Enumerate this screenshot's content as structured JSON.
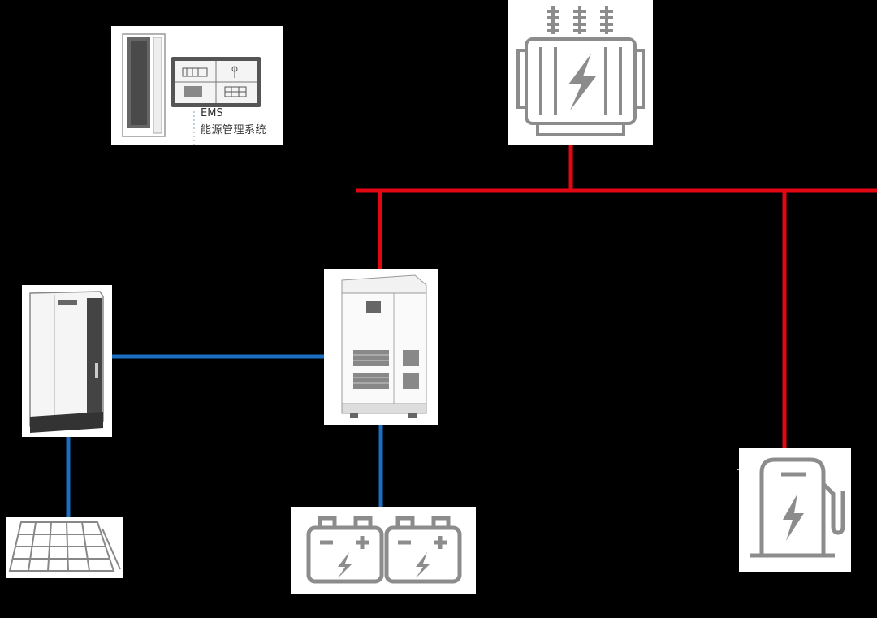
{
  "ems": {
    "title": "EMS",
    "subtitle": "能源管理系统"
  },
  "colors": {
    "ac_line": "#e30613",
    "dc_line": "#1a6fc4",
    "background": "#000000",
    "icon_gray": "#8c8c8c"
  },
  "nodes": [
    {
      "id": "ems",
      "icon": "ems-cabinet-monitor-icon"
    },
    {
      "id": "transformer",
      "icon": "transformer-icon"
    },
    {
      "id": "pcs",
      "icon": "power-conversion-cabinet-icon"
    },
    {
      "id": "dc-cabinet",
      "icon": "dc-combiner-cabinet-icon"
    },
    {
      "id": "solar",
      "icon": "solar-panel-icon"
    },
    {
      "id": "battery",
      "icon": "battery-pack-icon"
    },
    {
      "id": "charger",
      "icon": "ev-charger-icon"
    }
  ]
}
